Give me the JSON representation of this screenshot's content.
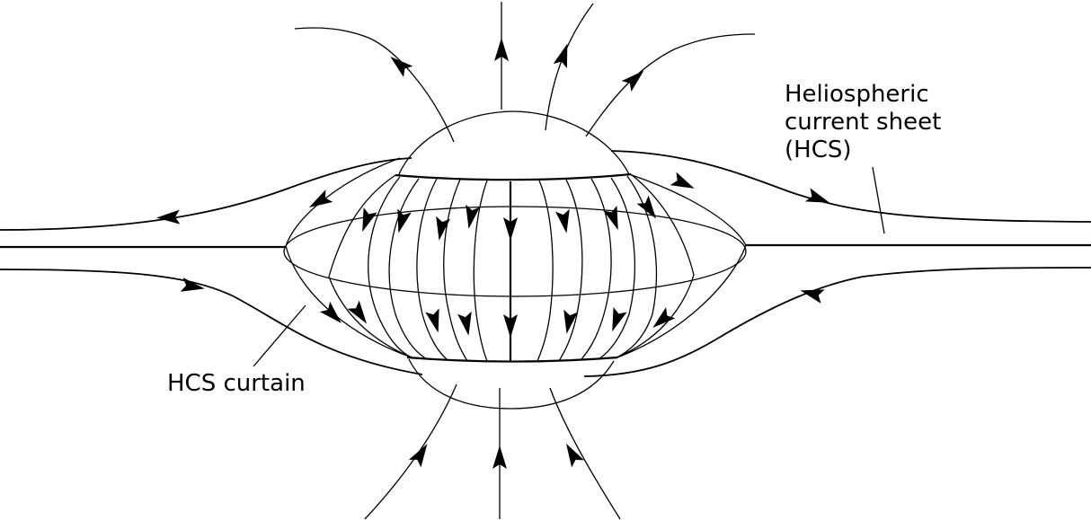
{
  "labels": {
    "hcs_line1": "Heliospheric",
    "hcs_line2": "current sheet",
    "hcs_line3": "(HCS)",
    "curtain": "HCS curtain"
  },
  "colors": {
    "line": "#000000",
    "background": "#ffffff"
  }
}
